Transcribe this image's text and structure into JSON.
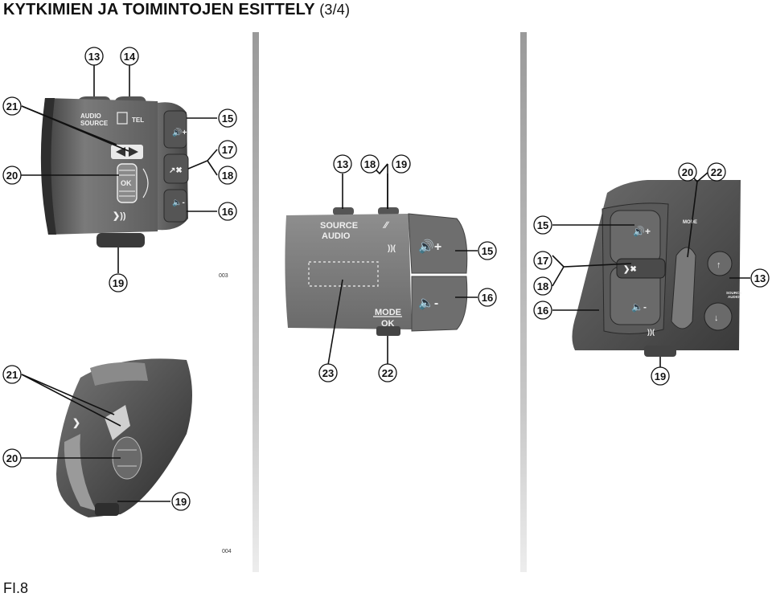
{
  "header": {
    "title": "KYTKIMIEN JA TOIMINTOJEN ESITTELY",
    "part": "(3/4)"
  },
  "footer": {
    "page": "FI.8"
  },
  "figures": {
    "fig1": {
      "code": "003",
      "labels": {
        "audio_source": [
          "AUDIO",
          "SOURCE"
        ],
        "tel": "TEL",
        "ok": "OK"
      },
      "callouts": [
        "13",
        "14",
        "21",
        "15",
        "17",
        "18",
        "20",
        "16",
        "19"
      ]
    },
    "fig2": {
      "code": "004",
      "callouts": [
        "21",
        "20",
        "19"
      ]
    },
    "fig3": {
      "labels": {
        "source_audio": [
          "SOURCE",
          "AUDIO"
        ],
        "mode_ok": [
          "MODE",
          "OK"
        ]
      },
      "callouts": [
        "13",
        "18",
        "19",
        "15",
        "16",
        "23",
        "22"
      ]
    },
    "fig4": {
      "labels": {
        "mode": "MODE",
        "source_audio": [
          "SOURCE",
          "AUDIO"
        ]
      },
      "callouts": [
        "20",
        "22",
        "15",
        "17",
        "18",
        "16",
        "13",
        "19"
      ]
    }
  }
}
